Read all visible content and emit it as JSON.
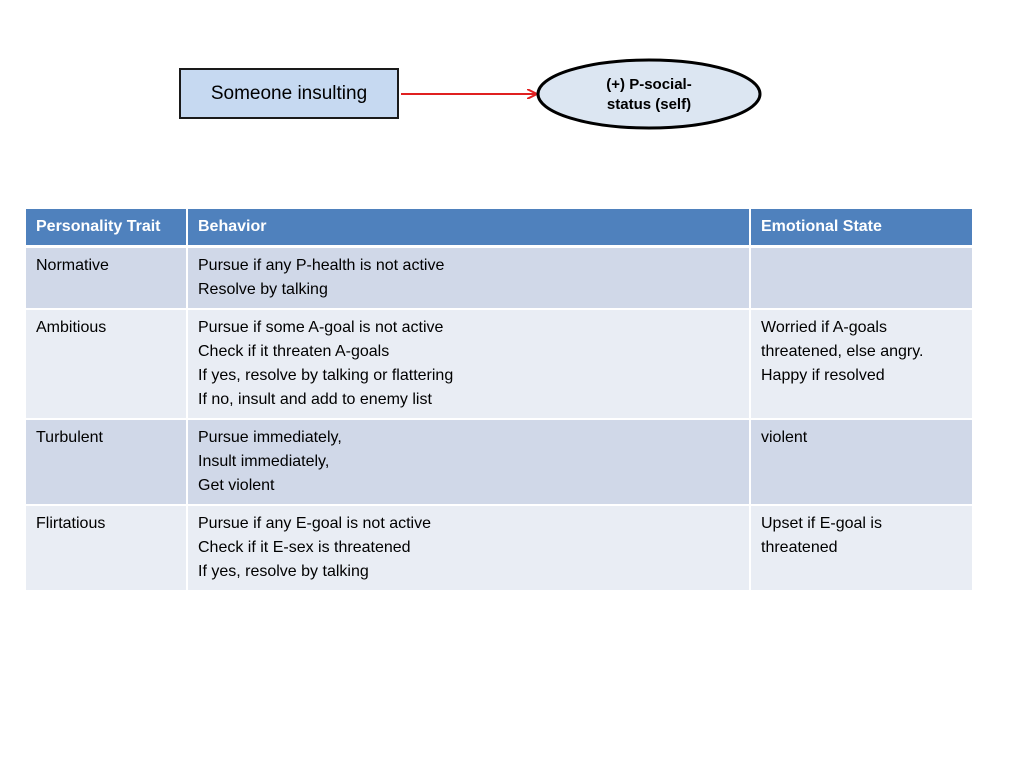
{
  "diagram": {
    "source": "Someone insulting",
    "target": "(+) P-social-status (self)",
    "colors": {
      "source_fill": "#c6d9f1",
      "target_fill": "#dce6f2",
      "arrow": "#e02020"
    }
  },
  "table": {
    "headers": [
      "Personality Trait",
      "Behavior",
      "Emotional State"
    ],
    "rows": [
      {
        "trait": "Normative",
        "behavior": "Pursue if any P-health is not active\nResolve by talking",
        "emotion": ""
      },
      {
        "trait": "Ambitious",
        "behavior": "Pursue if some A-goal is not active\nCheck if it threaten A-goals\nIf yes, resolve by talking or flattering\nIf no, insult and add to enemy list",
        "emotion": "Worried if A-goals threatened, else angry.\nHappy if resolved"
      },
      {
        "trait": "Turbulent",
        "behavior": "Pursue immediately,\nInsult immediately,\nGet violent",
        "emotion": "violent"
      },
      {
        "trait": "Flirtatious",
        "behavior": "Pursue if any E-goal is not active\nCheck if it E-sex is threatened\nIf yes, resolve by talking",
        "emotion": "Upset if E-goal is threatened"
      }
    ],
    "colors": {
      "header": "#4f81bd",
      "row_dark": "#d0d8e8",
      "row_light": "#e9edf4"
    }
  }
}
